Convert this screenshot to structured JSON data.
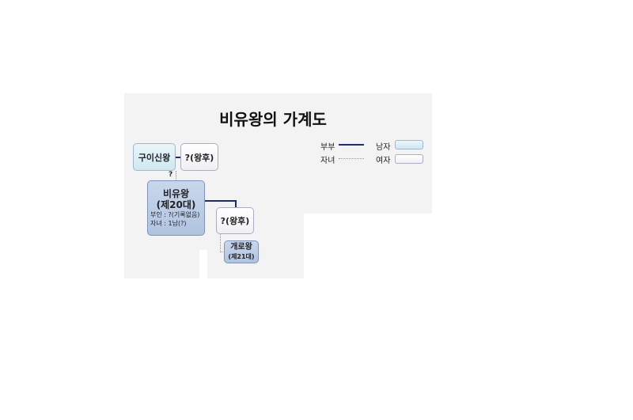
{
  "title": "비유왕의 가계도",
  "legend": {
    "couple": "부부",
    "child": "자녀",
    "male": "남자",
    "female": "여자"
  },
  "nodes": {
    "father": "구이신왕",
    "father_queen": "?(왕후)",
    "unknown_link": "?",
    "king_name": "비유왕",
    "king_gen": "(제20대)",
    "king_spouse": "부인 : ?(기록없음)",
    "king_children": "자녀 : 1남(?)",
    "queen": "?(왕후)",
    "son_name": "개로왕",
    "son_gen": "(제21대)"
  },
  "colors": {
    "couple_line": "#1f2a7a",
    "male_box": "#d8eef5",
    "king_box": "#b8c9e3"
  }
}
